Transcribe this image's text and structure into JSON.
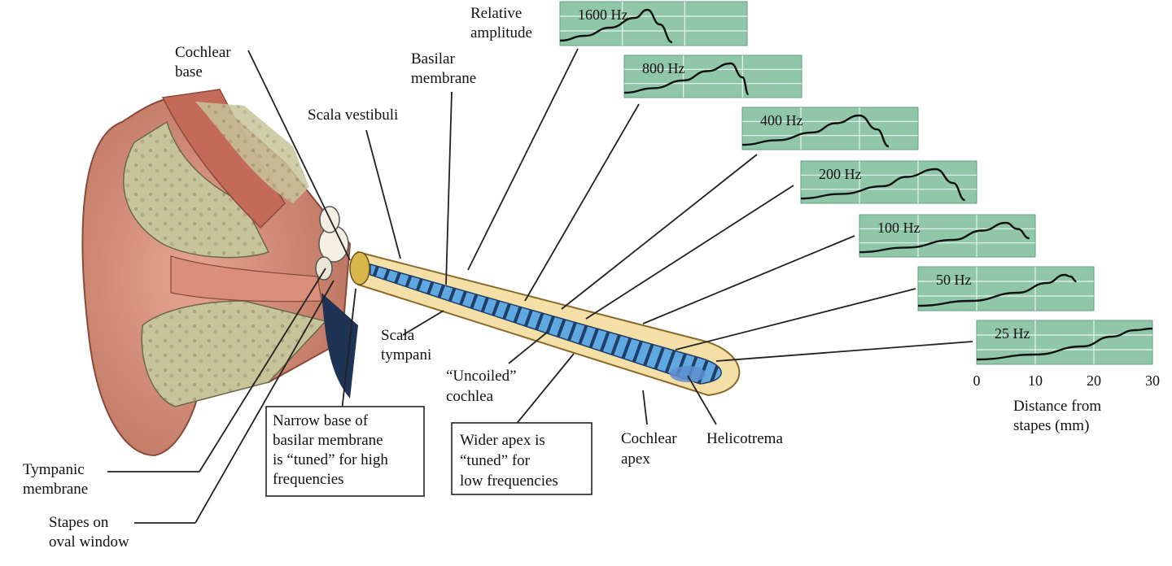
{
  "labels": {
    "relative_amplitude": [
      "Relative",
      "amplitude"
    ],
    "cochlear_base": [
      "Cochlear",
      "base"
    ],
    "basilar_membrane": [
      "Basilar",
      "membrane"
    ],
    "scala_vestibuli": [
      "Scala vestibuli"
    ],
    "scala_tympani": [
      "Scala",
      "tympani"
    ],
    "uncoiled_cochlea": [
      "“Uncoiled”",
      "cochlea"
    ],
    "cochlear_apex": [
      "Cochlear",
      "apex"
    ],
    "helicotrema": [
      "Helicotrema"
    ],
    "tympanic_membrane": [
      "Tympanic",
      "membrane"
    ],
    "stapes": [
      "Stapes on",
      "oval window"
    ],
    "narrow_base_box": [
      "Narrow base of",
      "basilar membrane",
      "is “tuned” for high",
      "frequencies"
    ],
    "wider_apex_box": [
      "Wider apex is",
      "“tuned” for",
      "low frequencies"
    ],
    "distance_axis": [
      "Distance from",
      "stapes (mm)"
    ]
  },
  "chart_data": {
    "type": "line",
    "x_ticks": [
      0,
      10,
      20,
      30
    ],
    "xlim": [
      0,
      30
    ],
    "ylim": [
      0,
      1
    ],
    "series": [
      {
        "name": "1600 Hz",
        "x": [
          0,
          4,
          8,
          12,
          14,
          16,
          18
        ],
        "y": [
          0.05,
          0.2,
          0.45,
          0.75,
          1.0,
          0.55,
          0.0
        ]
      },
      {
        "name": "800 Hz",
        "x": [
          0,
          5,
          10,
          14,
          18,
          20,
          21
        ],
        "y": [
          0.05,
          0.2,
          0.45,
          0.75,
          1.0,
          0.55,
          0.0
        ]
      },
      {
        "name": "400 Hz",
        "x": [
          0,
          6,
          12,
          16,
          20,
          23,
          25
        ],
        "y": [
          0.05,
          0.2,
          0.45,
          0.75,
          1.0,
          0.55,
          0.0
        ]
      },
      {
        "name": "200 Hz",
        "x": [
          0,
          7,
          14,
          18,
          23,
          26,
          28
        ],
        "y": [
          0.05,
          0.2,
          0.45,
          0.75,
          1.0,
          0.55,
          0.0
        ]
      },
      {
        "name": "100 Hz",
        "x": [
          0,
          8,
          16,
          21,
          25,
          27,
          29
        ],
        "y": [
          0.05,
          0.2,
          0.45,
          0.75,
          1.0,
          0.8,
          0.5
        ]
      },
      {
        "name": "50 Hz",
        "x": [
          0,
          9,
          17,
          22,
          25,
          26,
          27
        ],
        "y": [
          0.05,
          0.2,
          0.45,
          0.75,
          1.0,
          0.95,
          0.8
        ]
      },
      {
        "name": "25 Hz",
        "x": [
          0,
          10,
          18,
          23,
          27,
          30
        ],
        "y": [
          0.05,
          0.2,
          0.45,
          0.75,
          0.95,
          1.0
        ]
      }
    ]
  }
}
